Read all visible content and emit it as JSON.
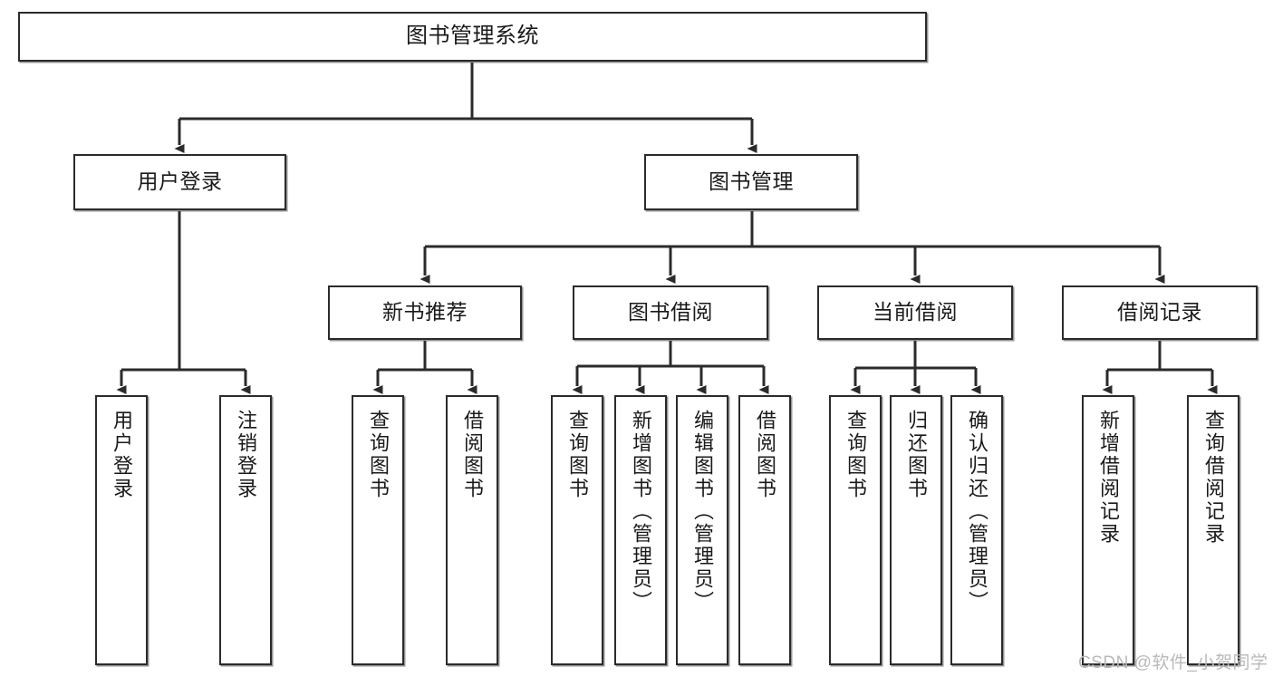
{
  "diagram": {
    "title": "图书管理系统",
    "type": "tree",
    "watermark": "CSDN @软件_小贺同学",
    "colors": {
      "box_border": "#2b2b2b",
      "box_fill": "#ffffff",
      "edge": "#2b2b2b",
      "text": "#1a1a1a",
      "watermark": "#b9b9b9"
    },
    "nodes": {
      "root": {
        "label": "图书管理系统"
      },
      "level2": [
        {
          "label": "用户登录"
        },
        {
          "label": "图书管理"
        }
      ],
      "level3": [
        {
          "label": "新书推荐"
        },
        {
          "label": "图书借阅"
        },
        {
          "label": "当前借阅"
        },
        {
          "label": "借阅记录"
        }
      ],
      "leaves": {
        "user_login": [
          {
            "label": "用户登录"
          },
          {
            "label": "注销登录"
          }
        ],
        "new_book": [
          {
            "label": "查询图书"
          },
          {
            "label": "借阅图书"
          }
        ],
        "book_borrow": [
          {
            "label": "查询图书"
          },
          {
            "label": "新增图书（管理员）"
          },
          {
            "label": "编辑图书（管理员）"
          },
          {
            "label": "借阅图书"
          }
        ],
        "current_borrow": [
          {
            "label": "查询图书"
          },
          {
            "label": "归还图书"
          },
          {
            "label": "确认归还（管理员）"
          }
        ],
        "borrow_record": [
          {
            "label": "新增借阅记录"
          },
          {
            "label": "查询借阅记录"
          }
        ]
      }
    }
  }
}
